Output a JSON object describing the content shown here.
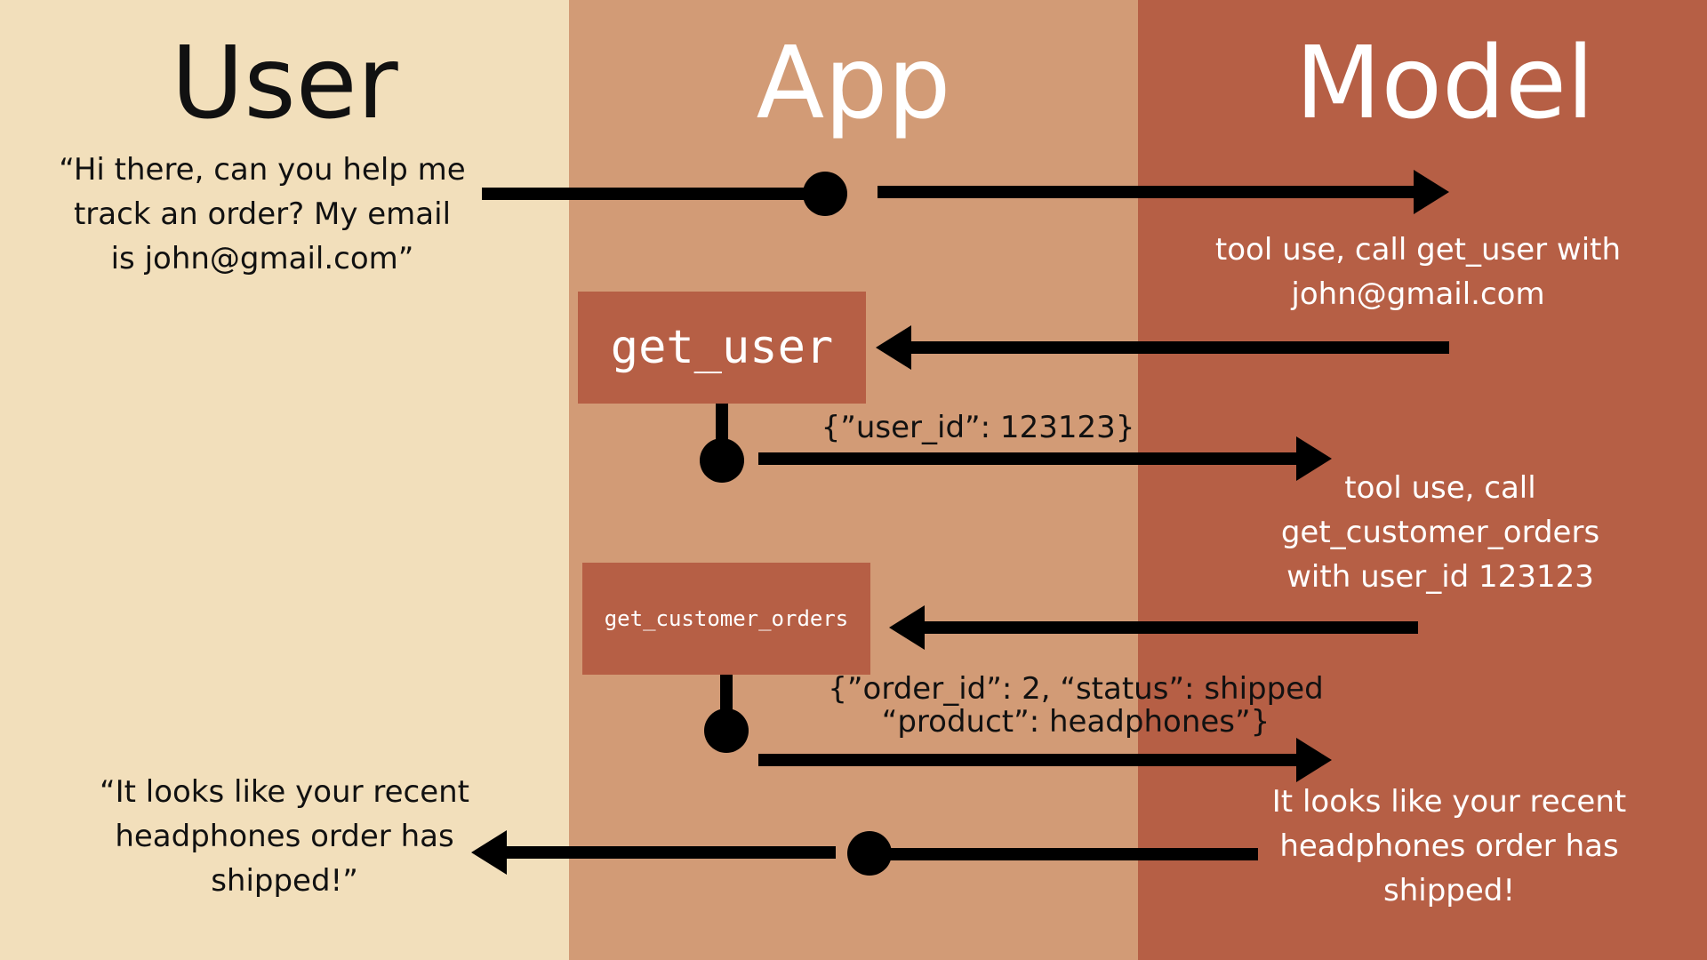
{
  "columns": {
    "user": "User",
    "app": "App",
    "model": "Model"
  },
  "messages": {
    "user_prompt": "“Hi there, can you help me\ntrack an order? My email\nis john@gmail.com”",
    "model_tool_use_1": "tool use, call get_user with\njohn@gmail.com",
    "get_user_result": "{”user_id”: 123123}",
    "model_tool_use_2": "tool use, call\nget_customer_orders\nwith user_id 123123",
    "orders_result": "{”order_id”: 2, “status”: shipped\n“product”: headphones”}",
    "model_final": "It looks like your recent\nheadphones order has\nshipped!",
    "user_reply": "“It looks like your recent\nheadphones order has\nshipped!”"
  },
  "tools": {
    "get_user": "get_user",
    "get_customer_orders": "get_customer_orders"
  },
  "colors": {
    "user_bg": "#F2DFBB",
    "app_bg": "#D29B76",
    "model_bg": "#B65F45",
    "tool_box": "#B65F45",
    "arrow": "#000000"
  }
}
